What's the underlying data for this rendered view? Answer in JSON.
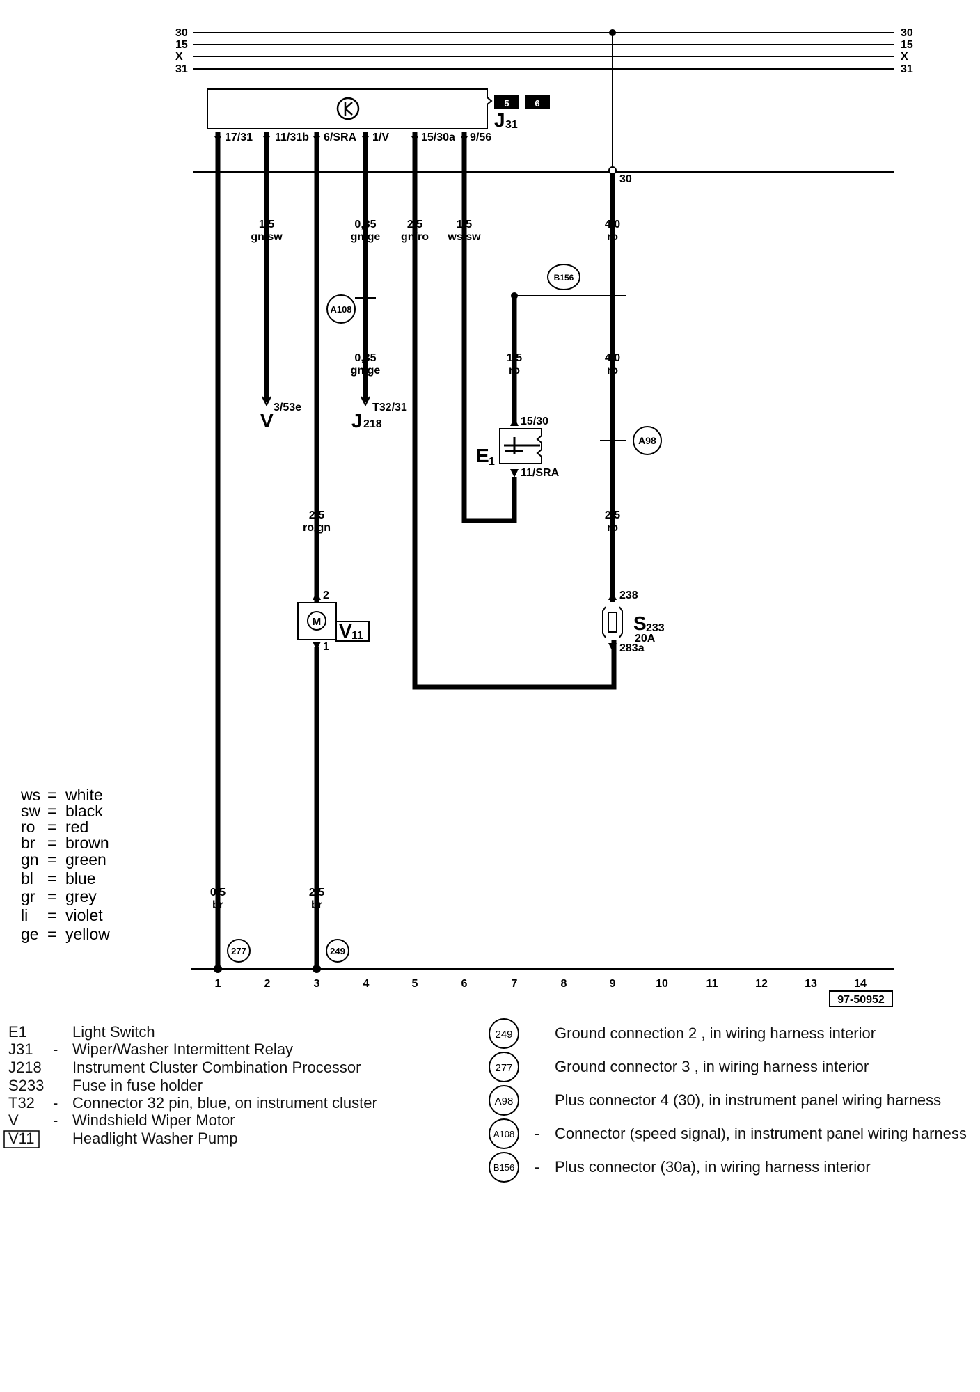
{
  "bus": {
    "lines": [
      "30",
      "15",
      "X",
      "31"
    ],
    "line30_terminal": "30"
  },
  "relay": {
    "id": "J",
    "sub": "31",
    "boxes": [
      "5",
      "6"
    ],
    "pins": [
      "17/31",
      "11/31b",
      "6/SRA",
      "1/V",
      "15/30a",
      "9/56"
    ]
  },
  "wires": {
    "w2": {
      "size": "1,5",
      "color": "gn/sw"
    },
    "w4a": {
      "size": "0,35",
      "color": "gn/ge"
    },
    "w4b": {
      "size": "0,35",
      "color": "gn/ge"
    },
    "w5": {
      "size": "2,5",
      "color": "gn/ro"
    },
    "w6": {
      "size": "1,5",
      "color": "ws/sw"
    },
    "w9a": {
      "size": "4,0",
      "color": "ro"
    },
    "w9b": {
      "size": "4,0",
      "color": "ro"
    },
    "w9c": {
      "size": "2,5",
      "color": "ro"
    },
    "w7": {
      "size": "1,5",
      "color": "ro"
    },
    "w3": {
      "size": "2,5",
      "color": "ro/gn"
    },
    "w1g": {
      "size": "0,5",
      "color": "br"
    },
    "w3g": {
      "size": "2,5",
      "color": "br"
    }
  },
  "components": {
    "V": {
      "id": "V",
      "pin": "3/53e"
    },
    "J218": {
      "id": "J",
      "sub": "218",
      "pin": "T32/31"
    },
    "E1": {
      "id": "E",
      "sub": "1",
      "pin_top": "15/30",
      "pin_bottom": "11/SRA"
    },
    "V11": {
      "id": "V",
      "sub": "11",
      "pin_top": "2",
      "pin_bottom": "1",
      "motor": "M"
    },
    "S233": {
      "id": "S",
      "sub": "233",
      "rating": "20A",
      "pin_top": "238",
      "pin_bottom": "283a"
    }
  },
  "connectors": {
    "A108": "A108",
    "B156": "B156",
    "A98": "A98",
    "g277": "277",
    "g249": "249"
  },
  "ground_numbers": [
    "1",
    "2",
    "3",
    "4",
    "5",
    "6",
    "7",
    "8",
    "9",
    "10",
    "11",
    "12",
    "13",
    "14"
  ],
  "diagram_id": "97-50952",
  "color_legend": [
    {
      "code": "ws",
      "name": "white"
    },
    {
      "code": "sw",
      "name": "black"
    },
    {
      "code": "ro",
      "name": "red"
    },
    {
      "code": "br",
      "name": "brown"
    },
    {
      "code": "gn",
      "name": "green"
    },
    {
      "code": "bl",
      "name": "blue"
    },
    {
      "code": "gr",
      "name": "grey"
    },
    {
      "code": "li",
      "name": "violet"
    },
    {
      "code": "ge",
      "name": "yellow"
    }
  ],
  "component_legend": [
    {
      "code": "E1",
      "dash": "",
      "desc": "Light Switch"
    },
    {
      "code": "J31",
      "dash": "-",
      "desc": "Wiper/Washer Intermittent Relay"
    },
    {
      "code": "J218",
      "dash": "",
      "desc": "Instrument Cluster Combination Processor"
    },
    {
      "code": "S233",
      "dash": "",
      "desc": "Fuse in fuse holder"
    },
    {
      "code": "T32",
      "dash": "-",
      "desc": "Connector 32 pin, blue, on instrument cluster"
    },
    {
      "code": "V",
      "dash": "-",
      "desc": "Windshield Wiper Motor"
    },
    {
      "code": "V11",
      "dash": "",
      "desc": "Headlight Washer Pump"
    }
  ],
  "connector_legend": [
    {
      "code": "249",
      "dash": "",
      "desc": "Ground connection  2 , in wiring harness interior"
    },
    {
      "code": "277",
      "dash": "",
      "desc": "Ground connector  3 , in wiring harness interior"
    },
    {
      "code": "A98",
      "dash": "",
      "desc": "Plus connector  4  (30), in instrument panel wiring harness"
    },
    {
      "code": "A108",
      "dash": "-",
      "desc": "Connector (speed signal), in instrument panel wiring harness"
    },
    {
      "code": "B156",
      "dash": "-",
      "desc": "Plus connector (30a), in wiring harness interior"
    }
  ]
}
